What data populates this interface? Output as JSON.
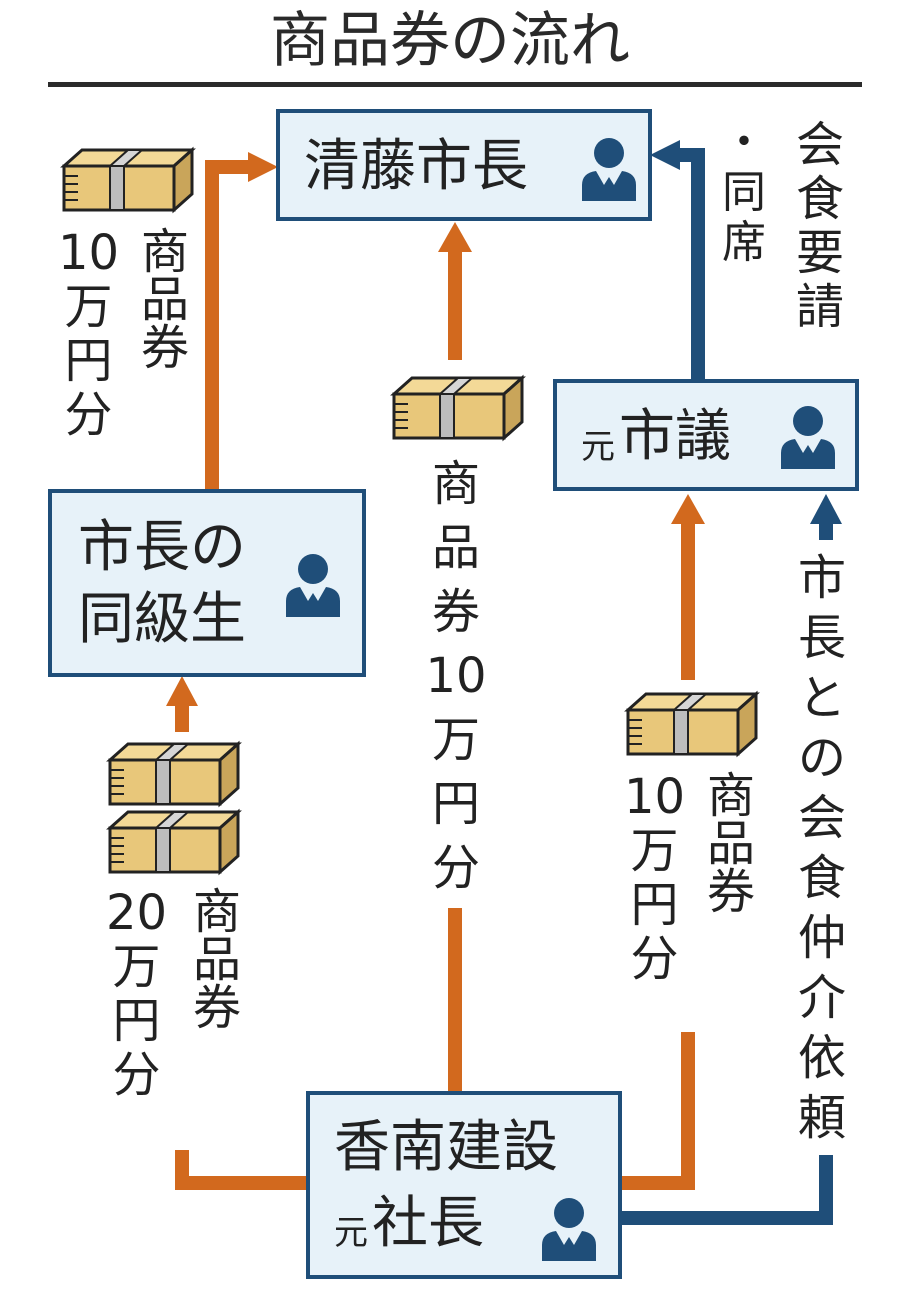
{
  "title": "商品券の流れ",
  "nodes": {
    "mayor": {
      "name": "清藤市長"
    },
    "council": {
      "prefix": "元",
      "name": "市議"
    },
    "classmate": {
      "line1": "市長の",
      "line2": "同級生"
    },
    "president": {
      "line1": "香南建設",
      "prefix": "元",
      "line2": "社長"
    }
  },
  "labels": {
    "classmate_to_mayor": {
      "kind": "商品券",
      "amount": [
        "10",
        "万",
        "円",
        "分"
      ]
    },
    "president_to_mayor": {
      "chars": [
        "商",
        "品",
        "券",
        "10",
        "万",
        "円",
        "分"
      ]
    },
    "president_to_council": {
      "kind": "商品券",
      "amount": [
        "10",
        "万",
        "円",
        "分"
      ]
    },
    "president_to_classmate": {
      "kind": "商品券",
      "amount": [
        "20",
        "万",
        "円",
        "分"
      ]
    },
    "council_to_mayor_req": [
      "会",
      "食",
      "要",
      "請"
    ],
    "council_to_mayor_attend": [
      "・",
      "同",
      "席"
    ],
    "president_to_council_req": [
      "市",
      "長",
      "と",
      "の",
      "会",
      "食",
      "仲",
      "介",
      "依",
      "頼"
    ]
  },
  "colors": {
    "orange_arrow": "#d2691e",
    "blue_arrow": "#1f4e79",
    "node_fill": "#e7f2f9",
    "bill_fill": "#e8c77a"
  },
  "icons": [
    "person-icon",
    "gift-certificate-bundle-icon"
  ]
}
